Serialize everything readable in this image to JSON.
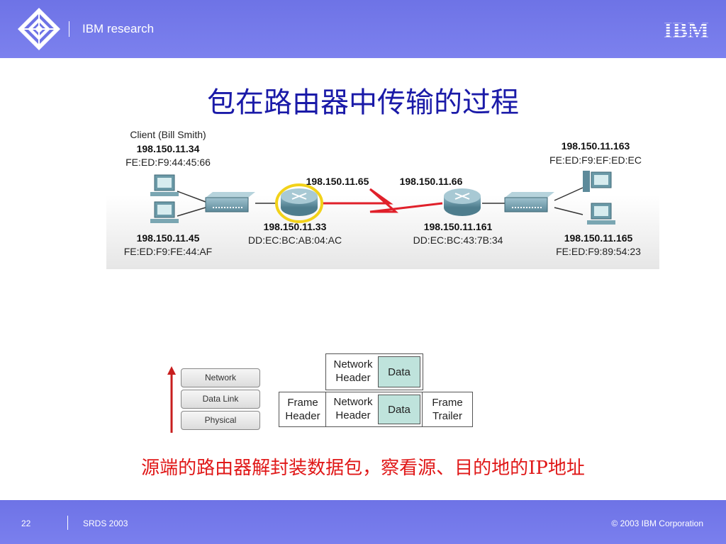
{
  "header": {
    "brand": "IBM research",
    "logo_text": "IBM"
  },
  "title": "包在路由器中传输的过程",
  "diagram": {
    "client_name": "Client (Bill Smith)",
    "host_tl_ip": "198.150.11.34",
    "host_tl_mac": "FE:ED:F9:44:45:66",
    "host_bl_ip": "198.150.11.45",
    "host_bl_mac": "FE:ED:F9:FE:44:AF",
    "router1_lan_ip": "198.150.11.33",
    "router1_lan_mac": "DD:EC:BC:AB:04:AC",
    "router1_wan_ip": "198.150.11.65",
    "router2_wan_ip": "198.150.11.66",
    "router2_lan_ip": "198.150.11.161",
    "router2_lan_mac": "DD:EC:BC:43:7B:34",
    "host_tr_ip": "198.150.11.163",
    "host_tr_mac": "FE:ED:F9:EF:ED:EC",
    "host_br_ip": "198.150.11.165",
    "host_br_mac": "FE:ED:F9:89:54:23"
  },
  "layers": [
    "Network",
    "Data Link",
    "Physical"
  ],
  "packet": {
    "network_header_l1": "Network",
    "network_header_l2": "Header",
    "data": "Data",
    "frame_header_l1": "Frame",
    "frame_header_l2": "Header",
    "frame_trailer_l1": "Frame",
    "frame_trailer_l2": "Trailer"
  },
  "caption": "源端的路由器解封装数据包，察看源、目的地的IP地址",
  "footer": {
    "page": "22",
    "left": "SRDS 2003",
    "right": "© 2003 IBM Corporation"
  },
  "colors": {
    "header_bg": "#7478ea",
    "title": "#1a1aa8",
    "caption": "#e01818",
    "wan_link": "#e0202a",
    "router_highlight": "#f2d21a",
    "data_cell": "#bfe3dc"
  }
}
